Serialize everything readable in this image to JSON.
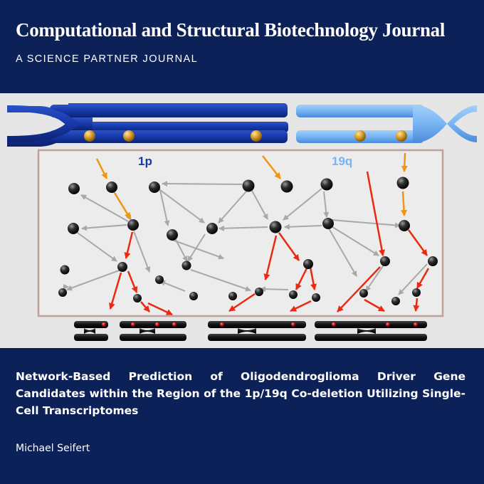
{
  "header": {
    "journal_title": "Computational and Structural Biotechnology Journal",
    "journal_subtitle": "A SCIENCE PARTNER JOURNAL"
  },
  "figure": {
    "label_1p": "1p",
    "label_19q": "19q",
    "colors": {
      "chromosome_dark": "#1638a8",
      "chromosome_light": "#78b4f4",
      "centromere_gold": "#d9a02c",
      "arrow_orange": "#f0960e",
      "arrow_red": "#ea2a10",
      "arrow_grey": "#a8a8a8",
      "node": "#2a2a2a",
      "box_border": "#bfa09a"
    }
  },
  "footer": {
    "paper_title": "Network-Based Prediction of Oligodendroglioma Driver Gene Candidates within the Region of the 1p/19q Co-deletion Utilizing Single-Cell Transcriptomes",
    "author": "Michael Seifert"
  }
}
